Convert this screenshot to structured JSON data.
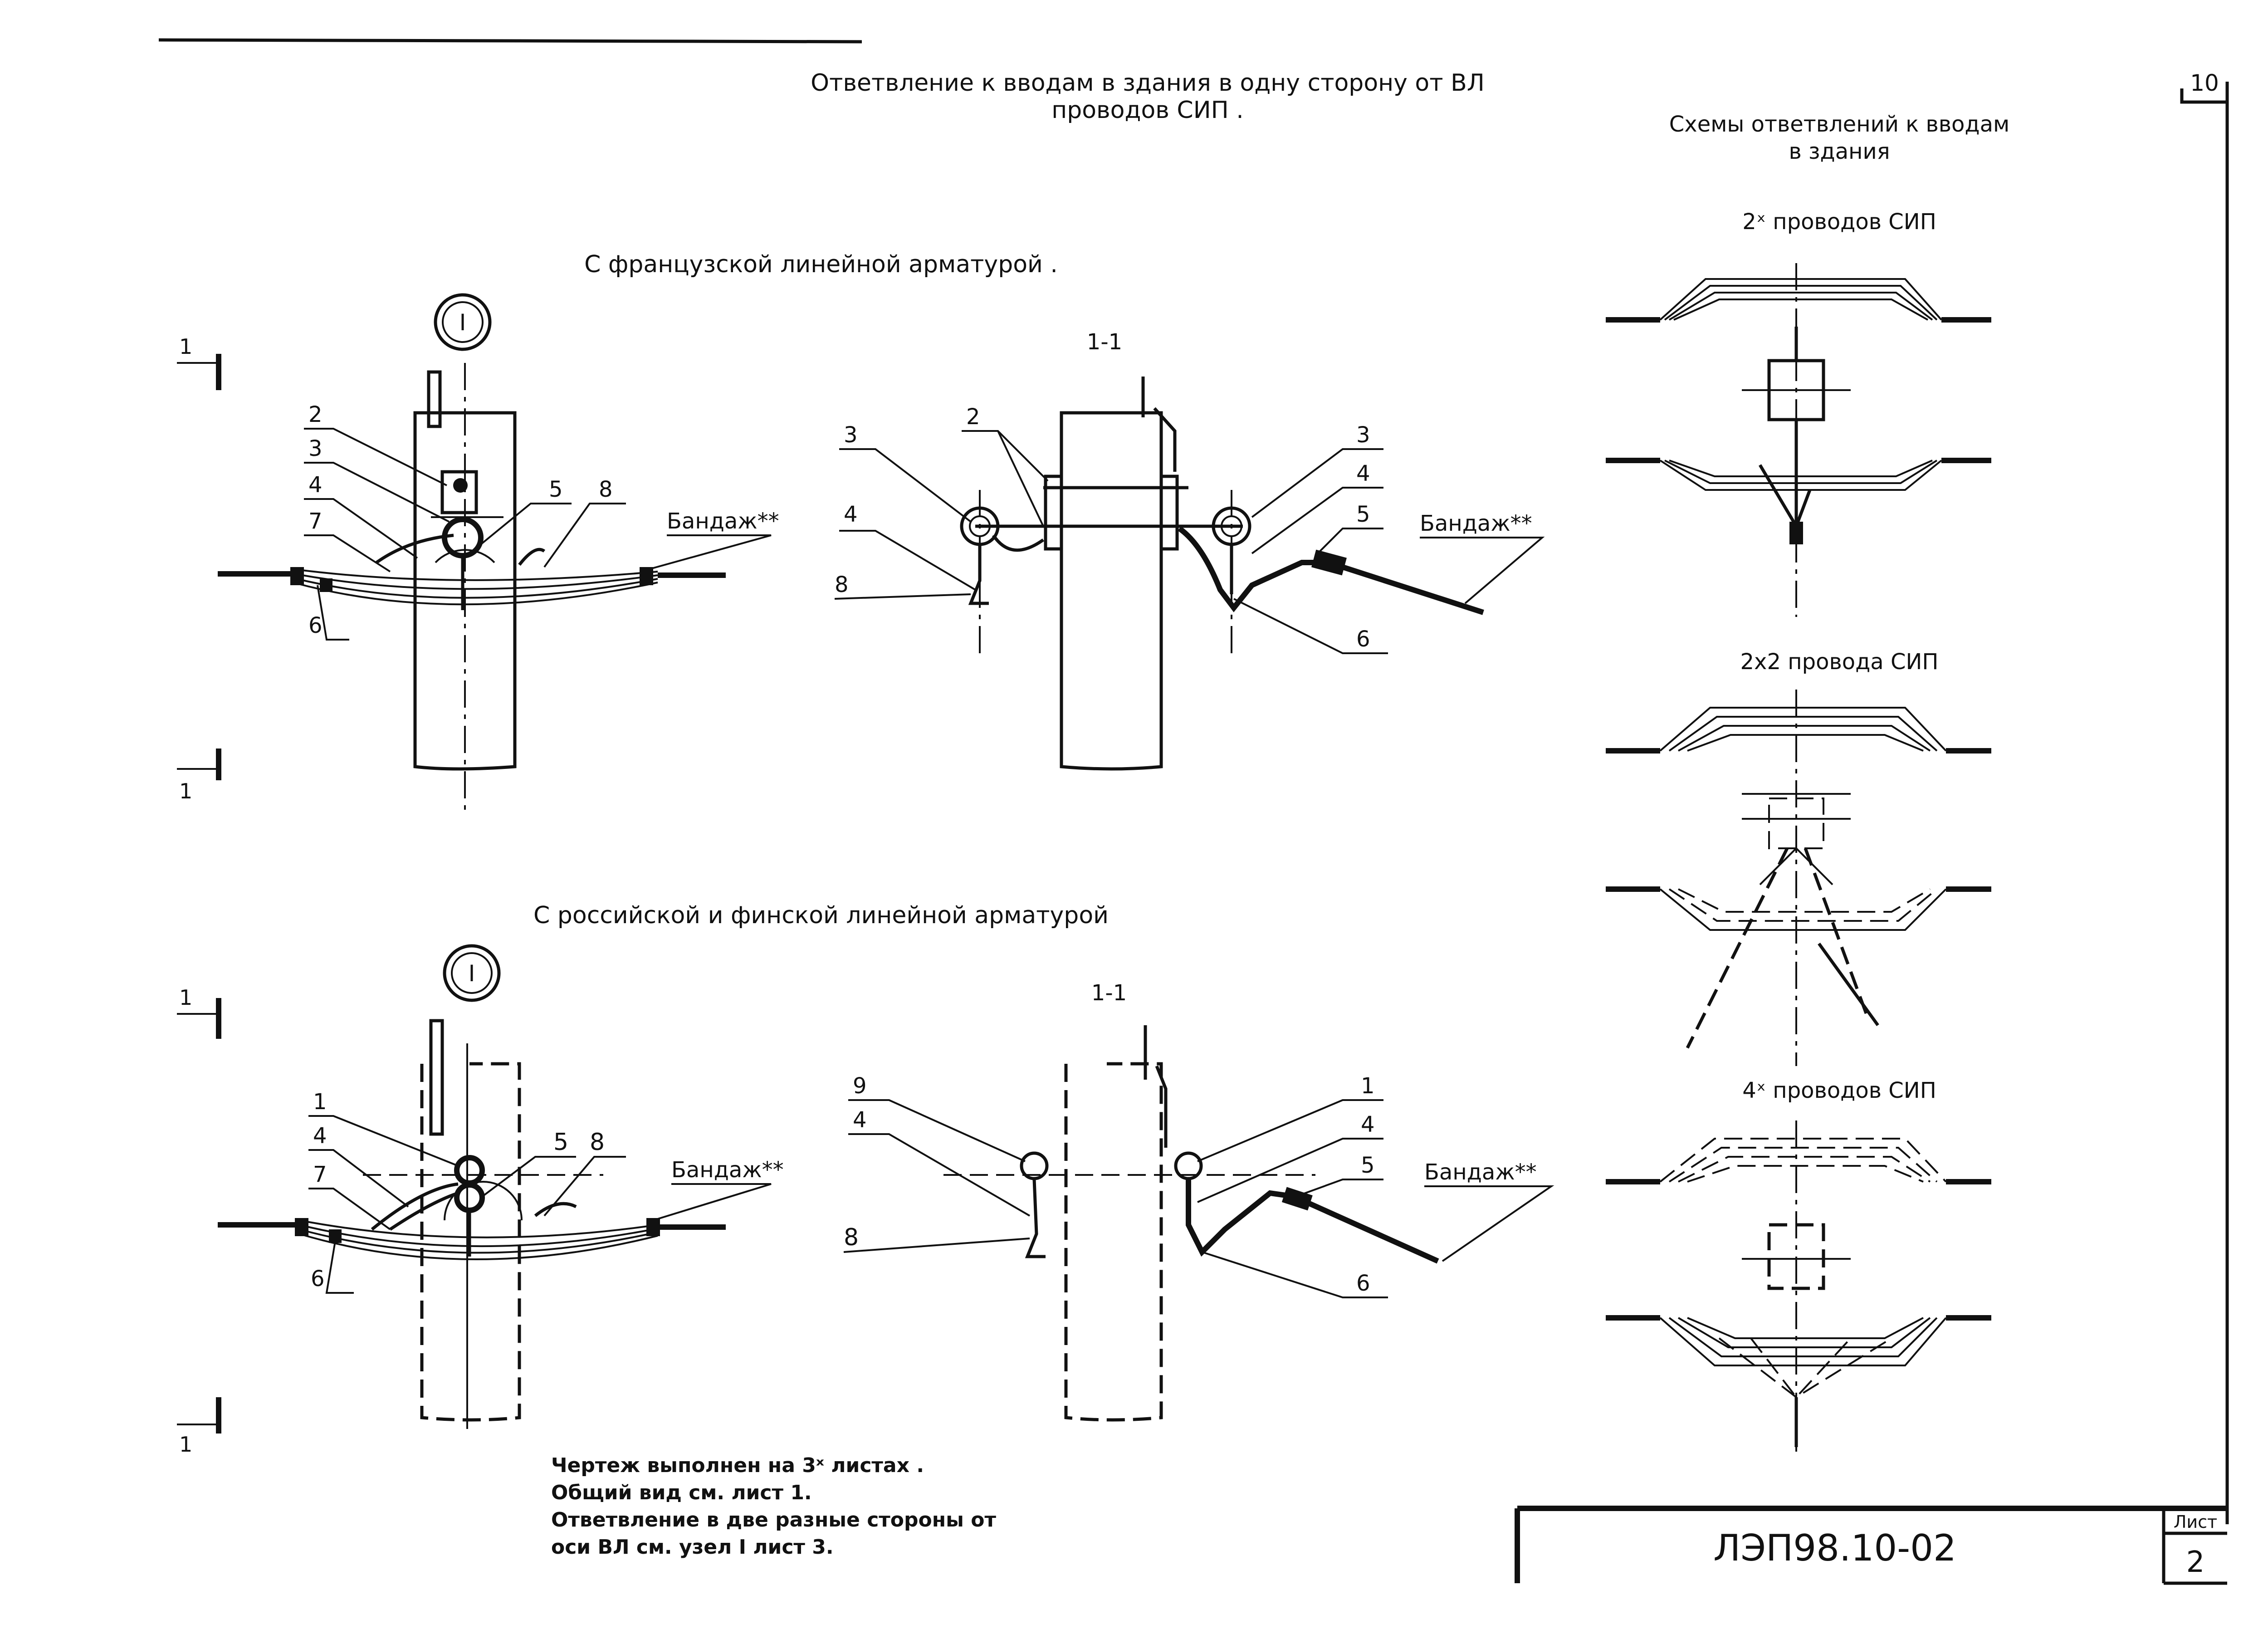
{
  "title": {
    "line1": "Ответвление к вводам в здания в одну сторону от ВЛ",
    "line2": "проводов СИП ."
  },
  "sheet_corner_number": "10",
  "section_french": "С французской линейной арматурой .",
  "section_russian": "С российской и финской линейной арматурой",
  "schemes": {
    "title_line1": "Схемы ответвлений к вводам",
    "title_line2": "в здания",
    "scheme1": "2ˣ проводов СИП",
    "scheme2": "2x2 провода СИП",
    "scheme3": "4ˣ проводов СИП"
  },
  "node_marker": "I",
  "section_cut": "1-1",
  "cut_mark": "1",
  "bandage_label": "Бандаж**",
  "callouts": {
    "top_front": [
      "2",
      "3",
      "4",
      "7",
      "6",
      "5",
      "8"
    ],
    "top_section": [
      "3",
      "4",
      "8",
      "2",
      "3",
      "4",
      "5",
      "6"
    ],
    "bottom_front": [
      "1",
      "4",
      "7",
      "6",
      "5",
      "8"
    ],
    "bottom_section": [
      "9",
      "4",
      "8",
      "1",
      "4",
      "5",
      "6"
    ]
  },
  "notes": [
    "Чертеж выполнен на 3ˣ листах .",
    "Общий вид см. лист 1.",
    "Ответвление в две разные стороны от",
    "оси ВЛ см. узел I лист 3."
  ],
  "title_block": {
    "code": "ЛЭП98.10-02",
    "sheet_label": "Лист",
    "sheet_number": "2"
  }
}
